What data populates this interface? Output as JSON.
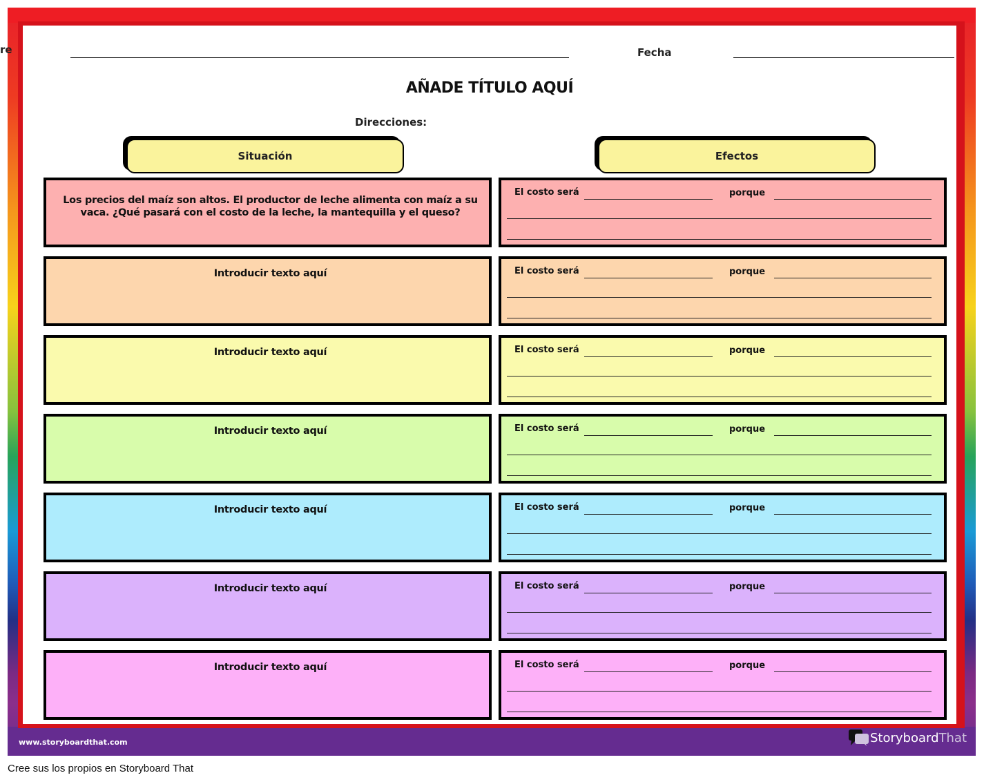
{
  "header": {
    "name_fragment": "re",
    "date_label": "Fecha"
  },
  "title": "AÑADE TÍTULO AQUÍ",
  "directions_label": "Direcciones:",
  "columns": {
    "left": "Situación",
    "right": "Efectos"
  },
  "rows": [
    {
      "situation": "Los precios del maíz son altos. El productor de leche alimenta con maíz a su vaca. ¿Qué pasará con el costo de la leche, la mantequilla y el queso?",
      "color": "#fdb0b0"
    },
    {
      "situation": "Introducir texto aquí",
      "color": "#fdd6ad"
    },
    {
      "situation": "Introducir texto aquí",
      "color": "#fafaad"
    },
    {
      "situation": "Introducir texto aquí",
      "color": "#d8fcab"
    },
    {
      "situation": "Introducir texto aquí",
      "color": "#aeecfd"
    },
    {
      "situation": "Introducir texto aquí",
      "color": "#dbb2fc"
    },
    {
      "situation": "Introducir texto aquí",
      "color": "#fdb0f8"
    }
  ],
  "effect_labels": {
    "cost": "El costo será",
    "because": "porque"
  },
  "footer": {
    "url": "www.storyboardthat.com",
    "logo_main": "Storyboard",
    "logo_accent": "That",
    "credit": "Cree sus los propios en Storyboard That"
  }
}
